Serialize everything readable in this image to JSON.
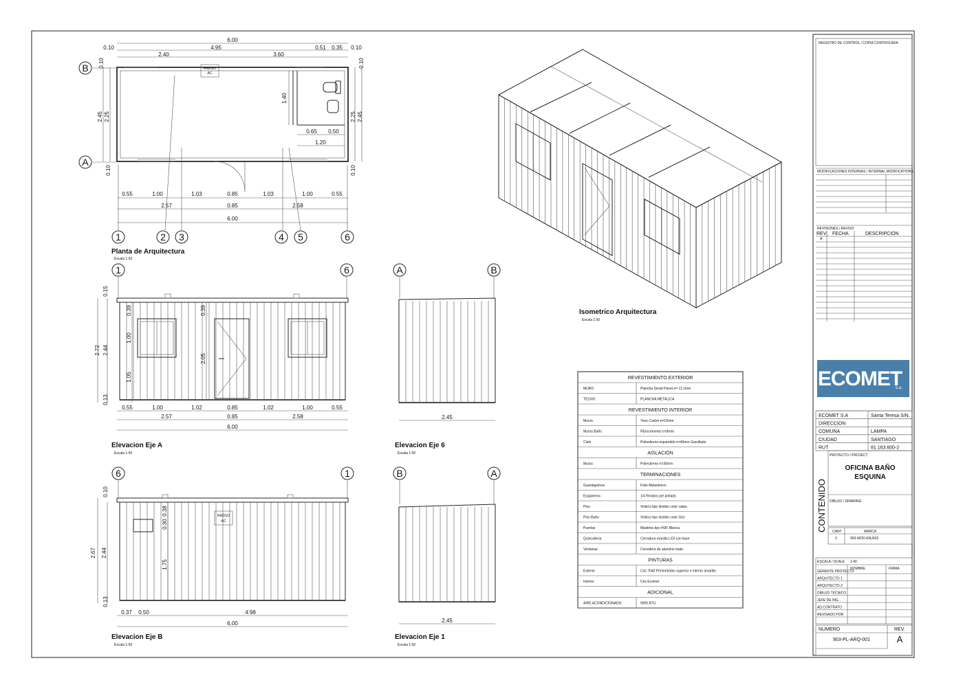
{
  "plan": {
    "title": "Planta de Arquitectura",
    "scale": "Escala 1:50",
    "dims_top_row1": [
      "6.00"
    ],
    "dims_top_row2": [
      "0.10",
      "4.95",
      "0.51",
      "0.35",
      "0.10"
    ],
    "dims_top_row3": [
      "2.40",
      "3.60"
    ],
    "dims_left": [
      "0.10",
      "2.45",
      "2.25",
      "0.10"
    ],
    "dims_right": [
      "0.10",
      "2.25",
      "2.45",
      "0.10"
    ],
    "bath_dims": [
      "1.40",
      "0.65",
      "0.50",
      "1.20"
    ],
    "ac_label": [
      "RAZGO",
      "AC"
    ],
    "dims_bottom_row1": [
      "0.55",
      "1.00",
      "1.03",
      "0.85",
      "1.03",
      "1.00",
      "0.55"
    ],
    "dims_bottom_row2": [
      "2.57",
      "0.85",
      "2.58"
    ],
    "dims_bottom_row3": [
      "6.00"
    ],
    "axes_x": [
      "1",
      "2",
      "3",
      "4",
      "5",
      "6"
    ],
    "axes_y": [
      "B",
      "A"
    ]
  },
  "elevA": {
    "title": "Elevacion Eje A",
    "scale": "Escala 1:50",
    "axes": [
      "1",
      "6"
    ],
    "dims_left": [
      "0.15",
      "2.72",
      "2.44",
      "0.39",
      "1.00",
      "1.05",
      "0.13"
    ],
    "dims_mid": [
      "0.39",
      "2.05"
    ],
    "dims_bottom_row1": [
      "0.55",
      "1.00",
      "1.02",
      "0.85",
      "1.02",
      "1.00",
      "0.55"
    ],
    "dims_bottom_row2": [
      "2.57",
      "0.85",
      "2.58"
    ],
    "dims_bottom_row3": [
      "6.00"
    ]
  },
  "elev6": {
    "title": "Elevacion Eje 6",
    "scale": "Escala 1:50",
    "axes": [
      "A",
      "B"
    ],
    "dim": "2.45"
  },
  "elevB": {
    "title": "Elevacion Eje B",
    "scale": "Escala 1:50",
    "axes": [
      "6",
      "1"
    ],
    "dims_left": [
      "0.10",
      "2.67",
      "2.44",
      "0.13"
    ],
    "dims_mid": [
      "0.30",
      "0.38",
      "1.75"
    ],
    "ac_label": [
      "RAZGO",
      "AC"
    ],
    "dims_bottom_row1": [
      "0.37",
      "0.50",
      "4.98"
    ],
    "dims_bottom_row2": [
      "6.00"
    ]
  },
  "elev1": {
    "title": "Elevacion Eje 1",
    "scale": "Escala 1:50",
    "axes": [
      "B",
      "A"
    ],
    "dim": "2.45"
  },
  "iso": {
    "title": "Isometrico Arquitectura",
    "scale": "Escala 1:50"
  },
  "specs": {
    "sections": [
      {
        "header": "REVESTIMIENTO EXTERIOR",
        "rows": [
          [
            "MURO",
            "Plancha Smart Panel e= 11.1mm"
          ],
          [
            "TECHO",
            "PLANCHA METALICA"
          ]
        ]
      },
      {
        "header": "REVESTIMIENTO INTERIOR",
        "rows": [
          [
            "Muros",
            "Yeso Carton e=10mm."
          ],
          [
            "Muros Baño",
            "Fibrocemento e=8mm."
          ],
          [
            "Cielo",
            "Poliestireno expandido e=40mm Gravillado"
          ]
        ]
      },
      {
        "header": "AISLACIÓN",
        "rows": [
          [
            "Muros",
            "Poliestireno e=40mm"
          ]
        ]
      },
      {
        "header": "TERMINACIONES",
        "rows": [
          [
            "Guardapolvos",
            "Folio Melaminico"
          ],
          [
            "Esquineros",
            "1/4 Rondos pre pintado"
          ],
          [
            "Piso",
            "Vinilico tipo linoliko color catao"
          ],
          [
            "Piso Baño",
            "Vinilico tipo linoliko color Gris"
          ],
          [
            "Puertas",
            "Madeina tipo HDF Blanca"
          ],
          [
            "Quincalleria",
            "Cerradura manilla L/Ol con llave"
          ],
          [
            "Ventanas",
            "Corredera de aluminio mate"
          ]
        ]
      },
      {
        "header": "PINTURAS",
        "rows": [
          [
            "Exterior",
            "Cris 7040 Perimetrales superior e interior amarillo"
          ],
          [
            "Interior",
            "Cris Ecomet"
          ]
        ]
      },
      {
        "header": "ADICIONAL",
        "rows": [
          [
            "AIRE ACONDICIONADO",
            "9000 BTU"
          ]
        ]
      }
    ]
  },
  "titleblock": {
    "control_label": "REGISTRO DE CONTROL / COPIA CONTROLADA",
    "mods_label": "MODIFICACIONES INTERNAS / INTERNAL MODIFICATIONS",
    "revisions_label": "REVISIONES / REVISO",
    "rev_cols": [
      "REV.",
      "FECHA",
      "DESCRIPCION"
    ],
    "rev_first": "A",
    "logo_text": "ECOMET",
    "logo_suffix": "s.a.",
    "brand_color": "#4a7faa",
    "company_rows": [
      [
        "ECOMET S.A",
        "Santa Teresa S/N."
      ],
      [
        "DIRECCION",
        ""
      ],
      [
        "COMUNA",
        "LAMPA"
      ],
      [
        "CIUDAD",
        "SANTIAGO"
      ],
      [
        "RUT",
        "81.163.600-2"
      ]
    ],
    "project_label": "PROYECTO / PROJECT",
    "project_name_1": "OFICINA BAÑO",
    "project_name_2": "ESQUINA",
    "drawing_label": "DIBUJO / DRAWING",
    "contenido": "CONTENIDO",
    "cant_label": "CANT",
    "marca_label": "MARCA",
    "cant_value": "3",
    "marca_value": "903-MOD-ENJ003",
    "escala_label": "ESCALA / SCALE",
    "escala_value": "1:40",
    "nombre_label": "NOMBRE",
    "firma_label": "FIRMA",
    "roles": [
      "GERENTE PROYECTO",
      "ARQUITECTO 1",
      "ARQUITECTO 2",
      "DIBUJO TECNICO",
      "JEFE DE ING.",
      "AD.CONTRATO",
      "REVISADO POR"
    ],
    "numero_label": "NUMERO",
    "rev_label": "REV.",
    "numero_value": "903-PL-ARQ-001",
    "rev_value": "A"
  }
}
